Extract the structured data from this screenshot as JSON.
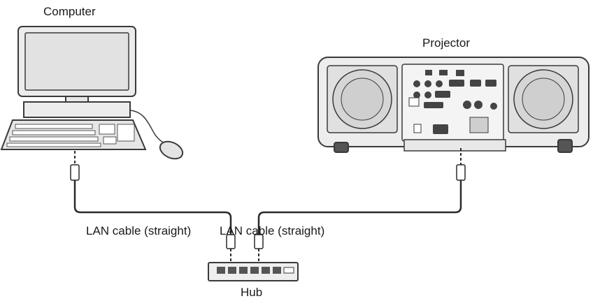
{
  "labels": {
    "computer": "Computer",
    "projector": "Projector",
    "cable_left": "LAN cable (straight)",
    "cable_right": "LAN cable (straight)",
    "hub": "Hub"
  },
  "colors": {
    "line": "#3a3a3a",
    "panel": "#efefef",
    "screen": "#e6e6e6",
    "dark": "#555555",
    "cable": "#2a2a2a"
  }
}
